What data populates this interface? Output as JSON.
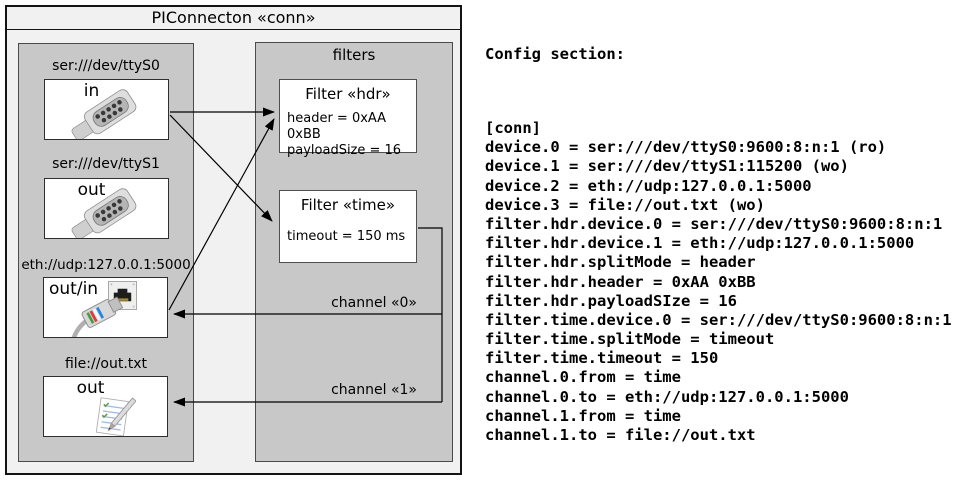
{
  "diagram": {
    "title": "PIConnecton «conn»",
    "devices": [
      {
        "label": "ser:///dev/ttyS0",
        "port": "in",
        "icon": "serial-connector-icon"
      },
      {
        "label": "ser:///dev/ttyS1",
        "port": "out",
        "icon": "serial-connector-icon"
      },
      {
        "label": "eth://udp:127.0.0.1:5000",
        "port": "out/in",
        "icon": "ethernet-connector-icon"
      },
      {
        "label": "file://out.txt",
        "port": "out",
        "icon": "notepad-icon"
      }
    ],
    "filters_panel_title": "filters",
    "filters": [
      {
        "title": "Filter «hdr»",
        "properties": [
          "header = 0xAA 0xBB",
          "payloadSize = 16"
        ]
      },
      {
        "title": "Filter «time»",
        "properties": [
          "timeout = 150 ms"
        ]
      }
    ],
    "channels": [
      {
        "label": "channel «0»"
      },
      {
        "label": "channel «1»"
      }
    ]
  },
  "config": {
    "heading": "Config section:",
    "lines": [
      "[conn]",
      "device.0 = ser:///dev/ttyS0:9600:8:n:1 (ro)",
      "device.1 = ser:///dev/ttyS1:115200 (wo)",
      "device.2 = eth://udp:127.0.0.1:5000",
      "device.3 = file://out.txt (wo)",
      "filter.hdr.device.0 = ser:///dev/ttyS0:9600:8:n:1",
      "filter.hdr.device.1 = eth://udp:127.0.0.1:5000",
      "filter.hdr.splitMode = header",
      "filter.hdr.header = 0xAA 0xBB",
      "filter.hdr.payloadSIze = 16",
      "filter.time.device.0 = ser:///dev/ttyS0:9600:8:n:1",
      "filter.time.splitMode = timeout",
      "filter.time.timeout = 150",
      "channel.0.from = time",
      "channel.0.to = eth://udp:127.0.0.1:5000",
      "channel.1.from = time",
      "channel.1.to = file://out.txt"
    ]
  },
  "colors": {
    "panel_gray": "#c8c8c8",
    "outer_background": "#f1f1f1",
    "box_white": "#ffffff",
    "line_black": "#141414"
  }
}
